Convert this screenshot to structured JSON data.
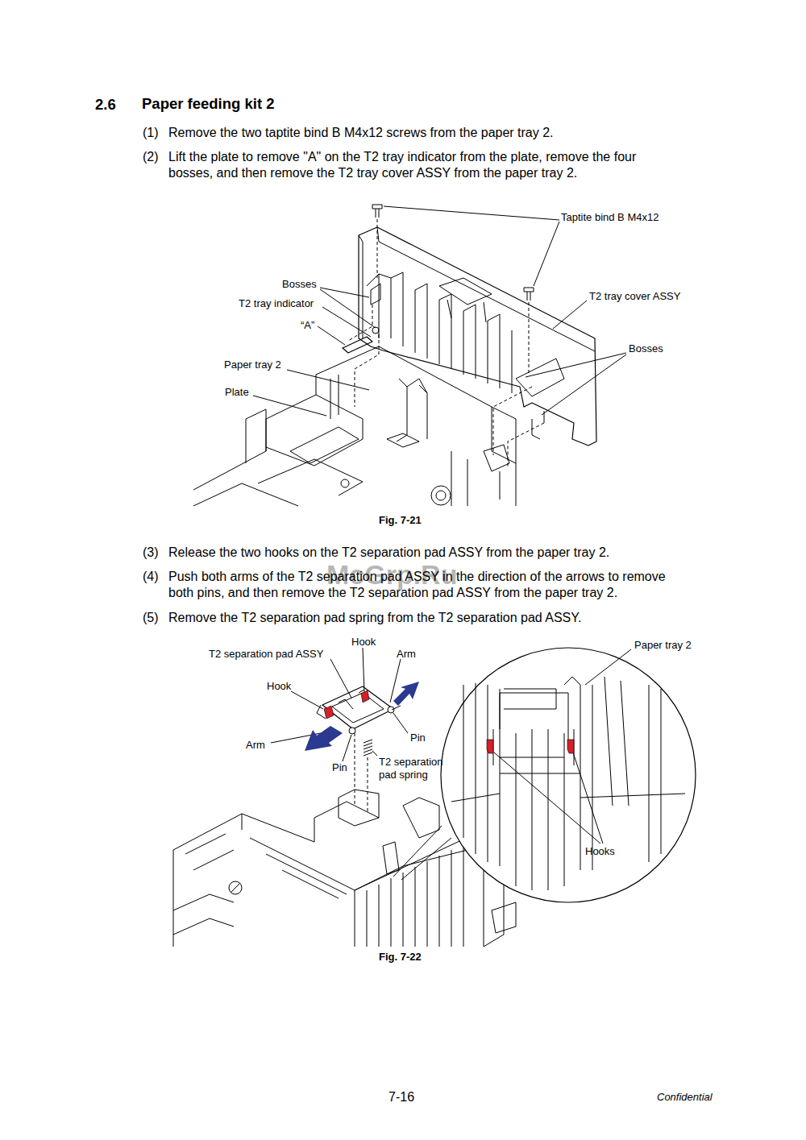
{
  "diagram": {
    "title": "Paper feeding kit 2",
    "labels": [
      "2.6",
      "(1)",
      "Remove the two taptite bind B M4x12 screws from the paper tray 2.",
      "(2)",
      "Lift the plate to remove \"A\" on the T2 tray indicator from the plate, remove the four bosses, and then remove the T2 tray cover ASSY from the paper tray 2.",
      "Taptite bind B M4x12",
      "Bosses",
      "T2 tray indicator",
      "“A”",
      "Paper tray 2",
      "Plate",
      "T2 tray cover ASSY",
      "Bosses",
      "Fig. 7-21",
      "(3)",
      "Release the two hooks on the T2 separation pad ASSY from the paper tray 2.",
      "(4)",
      "Push both arms of the T2 separation pad ASSY in the direction of the arrows to remove both pins, and then remove the T2 separation pad ASSY from the paper tray 2.",
      "(5)",
      "Remove the T2 separation pad spring from the T2 separation pad ASSY.",
      "Hook",
      "T2 separation pad ASSY",
      "Arm",
      "Hook",
      "Arm",
      "Pin",
      "Pin",
      "T2 separation pad spring",
      "Paper tray 2",
      "Hooks",
      "Fig. 7-22",
      "7-16",
      "Confidential",
      "McGrp.Ru"
    ]
  }
}
